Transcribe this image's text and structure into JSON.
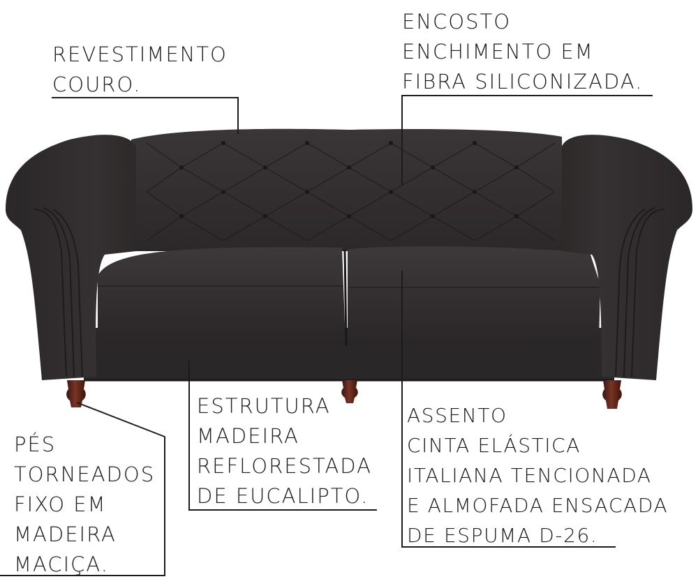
{
  "colors": {
    "upholstery": "#2e2b2c",
    "upholstery_dark": "#1f1c1d",
    "upholstery_light": "#3b3738",
    "legs": "#5a2318",
    "leader_lines": "#1b1b1b"
  },
  "callouts": {
    "revestimento": [
      "REVESTIMENTO",
      "COURO."
    ],
    "encosto": [
      "ENCOSTO",
      "ENCHIMENTO EM",
      "FIBRA SILICONIZADA."
    ],
    "estrutura": [
      "ESTRUTURA",
      "MADEIRA",
      "REFLORESTADA",
      "DE EUCALIPTO."
    ],
    "assento": [
      "ASSENTO",
      "CINTA ELÁSTICA",
      "ITALIANA TENCIONADA",
      "E ALMOFADA ENSACADA",
      "DE ESPUMA D-26."
    ],
    "pes": [
      "PÉS",
      "TORNEADOS",
      "FIXO EM",
      "MADEIRA",
      "MACIÇA."
    ]
  },
  "image": {
    "subject": "chesterfield-sofa",
    "icon": "sofa-photo"
  }
}
